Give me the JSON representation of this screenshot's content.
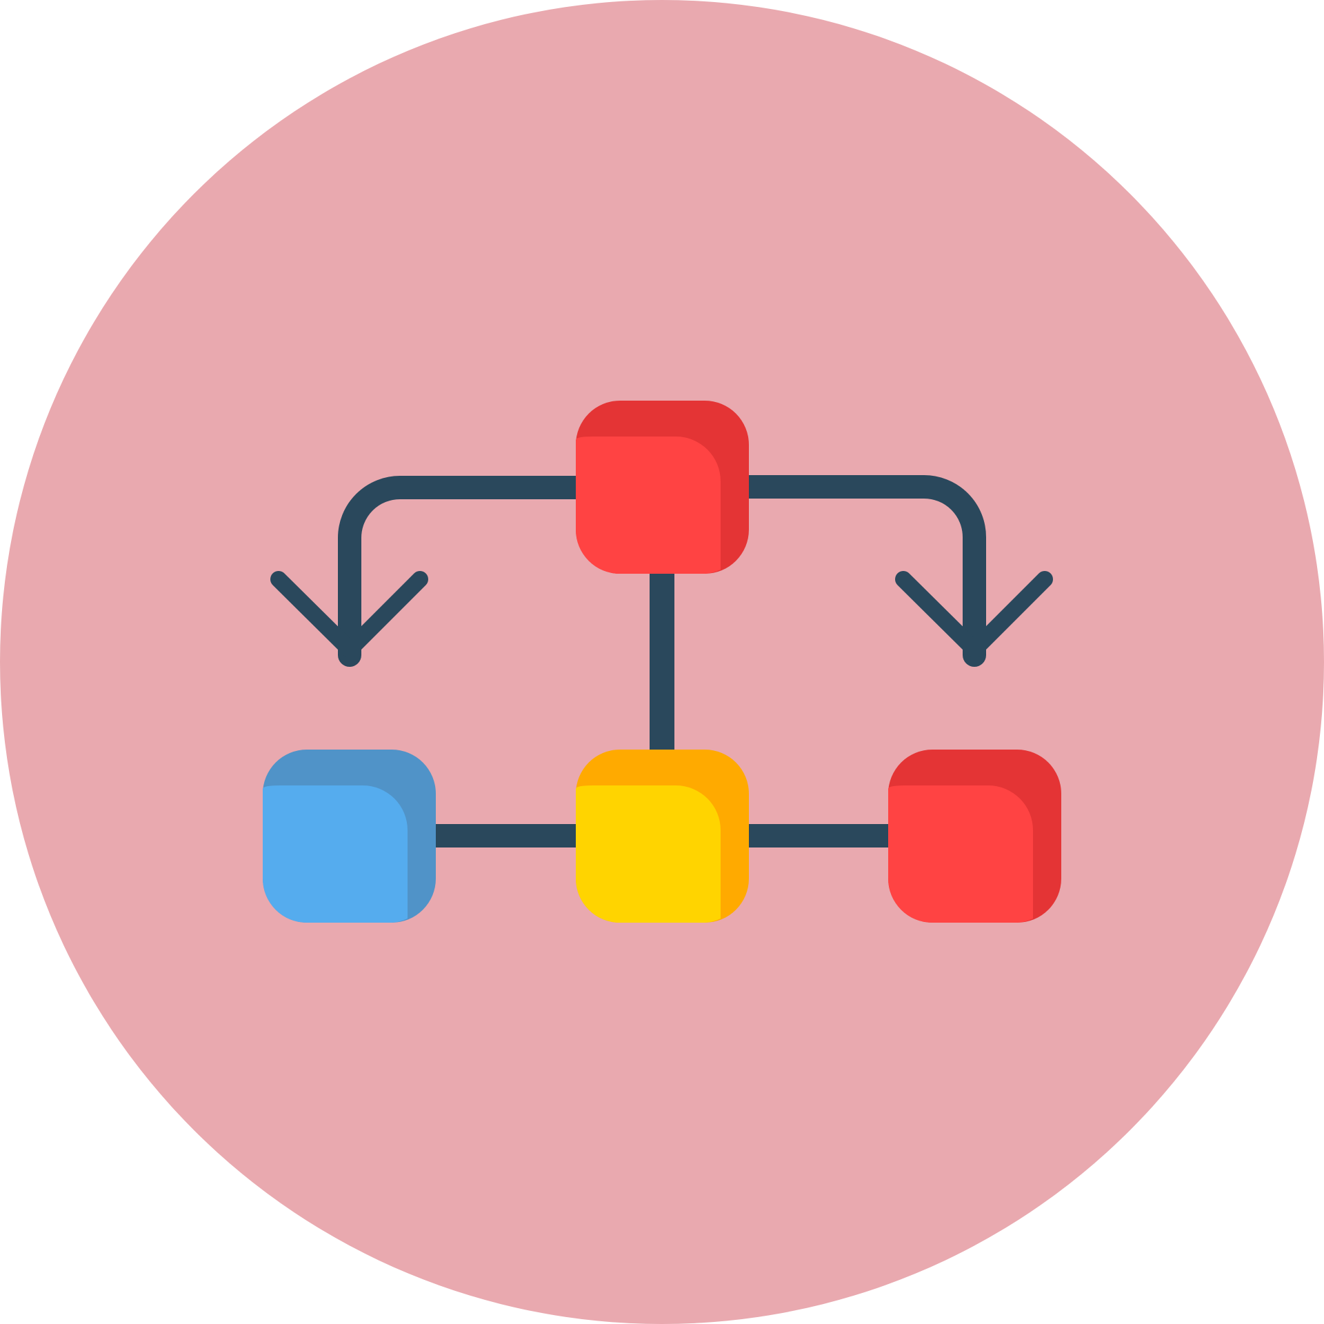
{
  "icon": {
    "name": "workflow-hierarchy-icon",
    "colors": {
      "background_circle": "#E9A9AF",
      "connector": "#2A485C",
      "red_node_light": "#FF4343",
      "red_node_dark": "#E43435",
      "yellow_node_light": "#FFD400",
      "yellow_node_dark": "#FFAA00",
      "blue_node_light": "#55ACEE",
      "blue_node_dark": "#5093C8"
    },
    "nodes": [
      {
        "id": "top",
        "color": "red"
      },
      {
        "id": "bottom-left",
        "color": "blue"
      },
      {
        "id": "bottom-center",
        "color": "yellow"
      },
      {
        "id": "bottom-right",
        "color": "red"
      }
    ],
    "arrows": [
      "down-left",
      "down-right"
    ]
  }
}
